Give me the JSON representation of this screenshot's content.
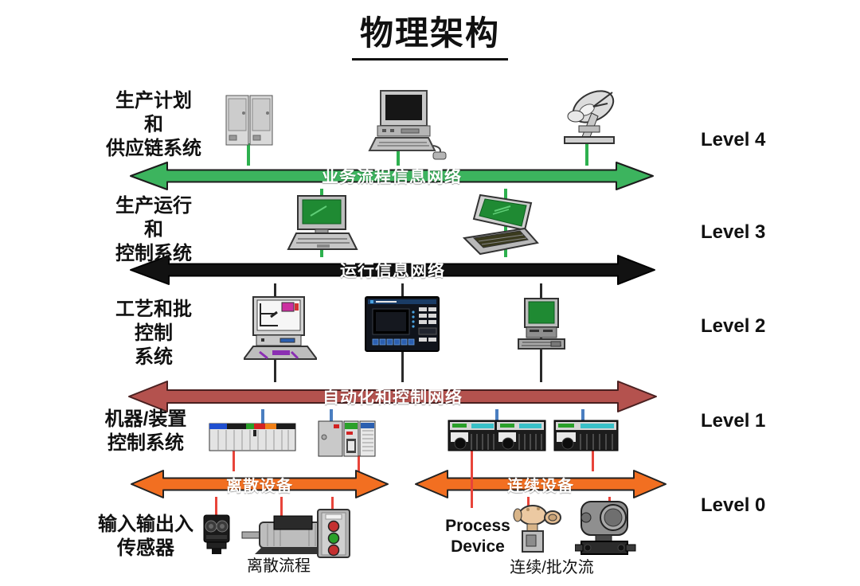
{
  "title": "物理架构",
  "side_labels": {
    "level4": "生产计划\n和\n供应链系统",
    "level3": "生产运行\n和\n控制系统",
    "level2": "工艺和批\n控制\n系统",
    "level1": "机器/装置\n控制系统",
    "level0": "输入输出入\n传感器"
  },
  "level_labels": [
    "Level 4",
    "Level 3",
    "Level 2",
    "Level 1",
    "Level 0"
  ],
  "networks": {
    "business": {
      "label": "业务流程信息网络",
      "color": "#3cb45e"
    },
    "operations": {
      "label": "运行信息网络",
      "color": "#121212"
    },
    "automation": {
      "label": "自动化和控制网络",
      "color": "#b4524e"
    },
    "discrete": {
      "label": "离散设备",
      "color": "#f26f21"
    },
    "continuous": {
      "label": "连续设备",
      "color": "#f26f21"
    }
  },
  "bottom_labels": {
    "discrete_process": "离散流程",
    "process_device": "Process\nDevice",
    "continuous_batch": "连续/批次流"
  },
  "colors": {
    "link_green": "#2db04e",
    "link_black": "#2a2a2a",
    "link_blue": "#4a7ec0",
    "link_red": "#e8443a"
  },
  "icons": {
    "level4": [
      "server-cabinets",
      "desktop-computer",
      "satellite-dish"
    ],
    "level3": [
      "workstation-green-screen",
      "laptop-green-screen"
    ],
    "level2": [
      "engineering-workstation",
      "hmi-operator-panel",
      "terminal-green-screen"
    ],
    "level1": [
      "plc-rack",
      "compact-plc",
      "din-rail-io-large",
      "din-rail-io-small"
    ],
    "level0": [
      "photoelectric-sensor",
      "electric-motor",
      "pushbutton-station",
      "control-valve",
      "pressure-transmitter"
    ]
  }
}
